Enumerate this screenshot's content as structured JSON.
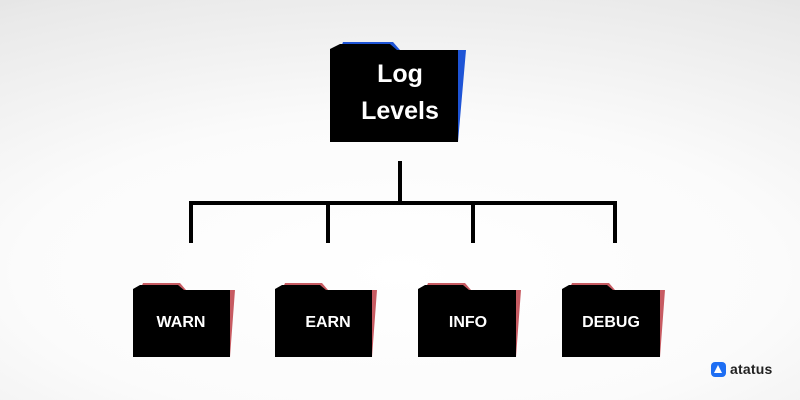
{
  "diagram": {
    "root": {
      "label_line1": "Log",
      "label_line2": "Levels",
      "accent_color": "#1e54d6",
      "body_color": "#000000"
    },
    "children": [
      {
        "label": "WARN"
      },
      {
        "label": "EARN"
      },
      {
        "label": "INFO"
      },
      {
        "label": "DEBUG"
      }
    ],
    "child_accent_color": "#c75b62",
    "connector_color": "#000000"
  },
  "brand": {
    "name": "atatus",
    "logo_icon": "atatus-logo-icon",
    "color": "#1e6ef3"
  }
}
